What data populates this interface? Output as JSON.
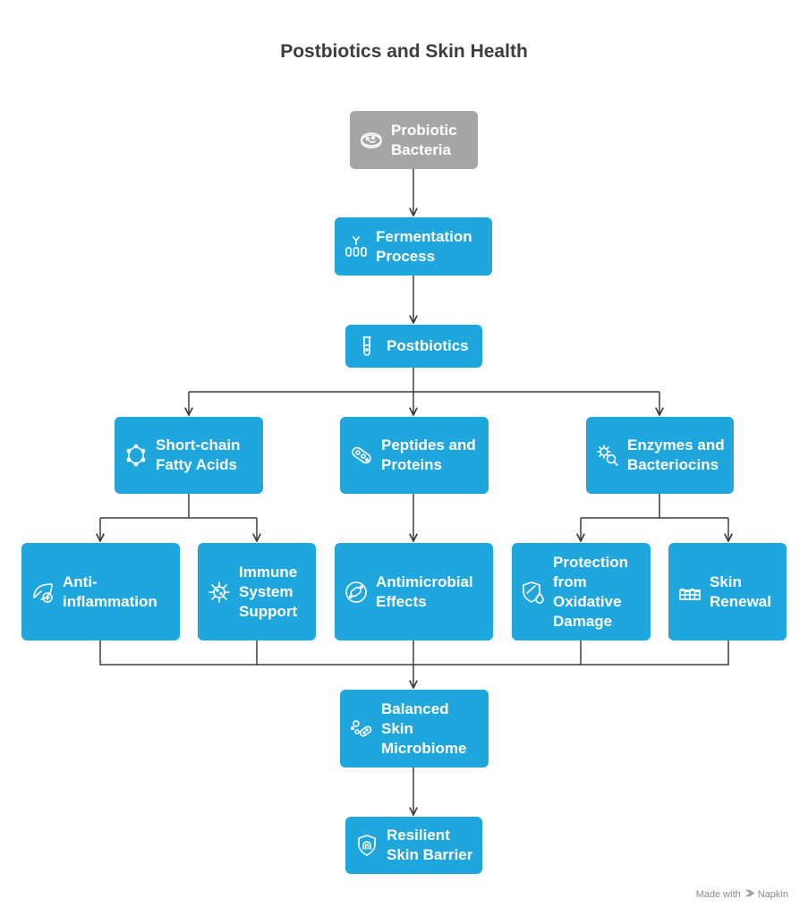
{
  "title": "Postbiotics and Skin Health",
  "footer": {
    "made_with": "Made with",
    "brand": "Napkin"
  },
  "colors": {
    "node": "#1fa6dc",
    "source_node": "#a6a6a6",
    "connector": "#3d3d3d"
  },
  "nodes": {
    "probiotic_bacteria": {
      "label": "Probiotic Bacteria",
      "icon": "petri-dish-icon"
    },
    "fermentation_process": {
      "label": "Fermentation Process",
      "icon": "lab-apparatus-icon"
    },
    "postbiotics": {
      "label": "Postbiotics",
      "icon": "test-tube-icon"
    },
    "short_chain": {
      "label": "Short-chain Fatty Acids",
      "icon": "molecule-ring-icon"
    },
    "peptides": {
      "label": "Peptides and Proteins",
      "icon": "capsule-cells-icon"
    },
    "enzymes": {
      "label": "Enzymes and Bacteriocins",
      "icon": "gear-search-icon"
    },
    "anti_inflammation": {
      "label": "Anti-inflammation",
      "icon": "leaf-shield-icon"
    },
    "immune_support": {
      "label": "Immune System Support",
      "icon": "virus-icon"
    },
    "antimicrobial": {
      "label": "Antimicrobial Effects",
      "icon": "bacteria-icon"
    },
    "oxidative": {
      "label": "Protection from Oxidative Damage",
      "icon": "shield-drop-icon"
    },
    "skin_renewal": {
      "label": "Skin Renewal",
      "icon": "skin-layers-icon"
    },
    "balanced_microbiome": {
      "label": "Balanced Skin Microbiome",
      "icon": "microbes-icon"
    },
    "resilient_barrier": {
      "label": "Resilient Skin Barrier",
      "icon": "barrier-shield-icon"
    }
  }
}
